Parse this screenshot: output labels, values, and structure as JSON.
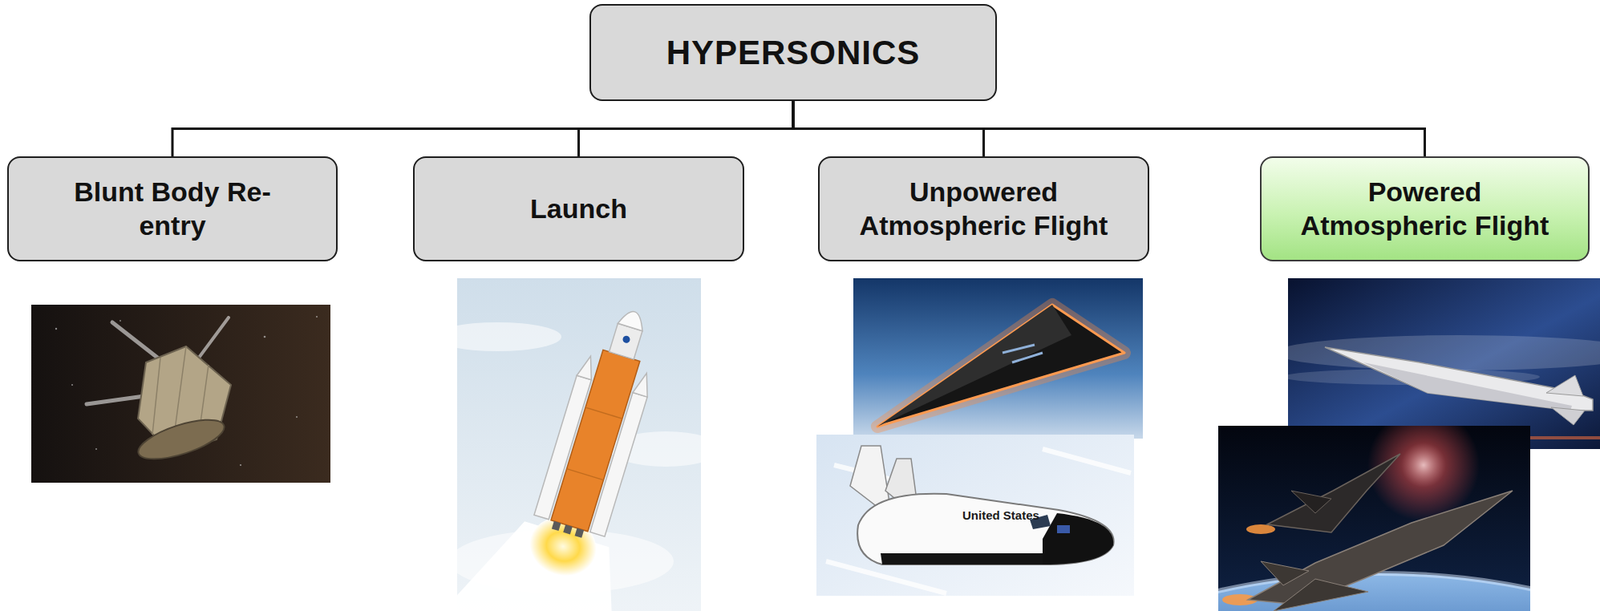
{
  "diagram": {
    "nodes": [
      {
        "text": [
          "HYPERSONICS"
        ]
      },
      {
        "text": [
          "Blunt Body Re-entry"
        ]
      },
      {
        "text": [
          "Launch"
        ]
      },
      {
        "text": [
          "Unpowered Atmospheric Flight"
        ]
      },
      {
        "text": [
          "Powered Atmospheric Flight"
        ]
      }
    ],
    "edges": [
      {
        "from": 0,
        "to": 1,
        "arrow": "none"
      },
      {
        "from": 0,
        "to": 2,
        "arrow": "none"
      },
      {
        "from": 0,
        "to": 3,
        "arrow": "none"
      },
      {
        "from": 0,
        "to": 4,
        "arrow": "none"
      }
    ],
    "labels": [
      "United States"
    ]
  }
}
